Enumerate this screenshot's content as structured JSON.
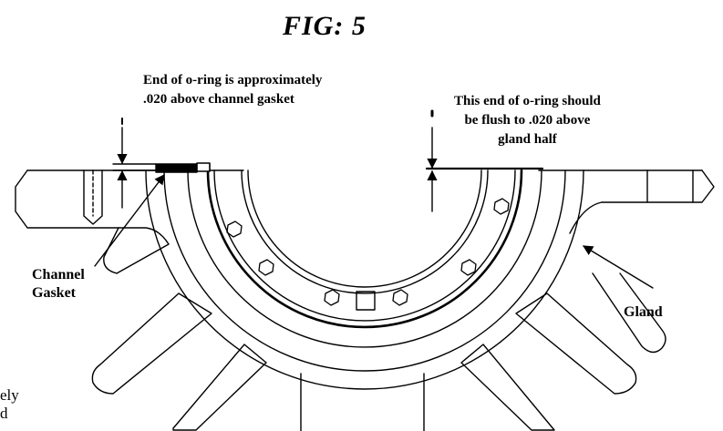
{
  "figure": {
    "title": "FIG:  5"
  },
  "annotations": {
    "left_note_line1": "End of o-ring is approximately",
    "left_note_line2": ".020 above channel gasket",
    "right_note_line1": "This end of o-ring should",
    "right_note_line2": "be flush to .020 above",
    "right_note_line3": "gland half"
  },
  "labels": {
    "channel_line1": "Channel",
    "channel_line2": "Gasket",
    "gland": "Gland"
  },
  "cut_off_text": {
    "line1": "ely",
    "line2": "d"
  }
}
